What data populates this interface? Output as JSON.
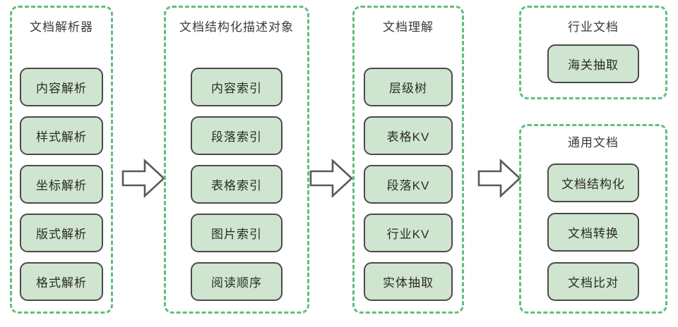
{
  "diagram": {
    "type": "flow-pipeline",
    "title": "",
    "background_color": "#ffffff",
    "panel_border_color": "#63bd7f",
    "node_fill_color": "#cfe5cf",
    "node_border_color": "#4a4a4a",
    "arrow_stroke_color": "#595959",
    "arrow_fill_color": "#ffffff",
    "text_color": "#2b2b2b"
  },
  "panels": [
    {
      "id": "document-parser",
      "title": "文档解析器",
      "nodes": [
        {
          "label": "内容解析"
        },
        {
          "label": "样式解析"
        },
        {
          "label": "坐标解析"
        },
        {
          "label": "版式解析"
        },
        {
          "label": "格式解析"
        }
      ]
    },
    {
      "id": "structured-description-object",
      "title": "文档结构化描述对象",
      "nodes": [
        {
          "label": "内容索引"
        },
        {
          "label": "段落索引"
        },
        {
          "label": "表格索引"
        },
        {
          "label": "图片索引"
        },
        {
          "label": "阅读顺序"
        }
      ]
    },
    {
      "id": "document-understanding",
      "title": "文档理解",
      "nodes": [
        {
          "label": "层级树"
        },
        {
          "label": "表格KV"
        },
        {
          "label": "段落KV"
        },
        {
          "label": "行业KV"
        },
        {
          "label": "实体抽取"
        }
      ]
    },
    {
      "id": "industry-document",
      "title": "行业文档",
      "nodes": [
        {
          "label": "海关抽取"
        }
      ]
    },
    {
      "id": "general-document",
      "title": "通用文档",
      "nodes": [
        {
          "label": "文档结构化"
        },
        {
          "label": "文档转换"
        },
        {
          "label": "文档比对"
        }
      ]
    }
  ],
  "arrows": [
    {
      "id": "arrow-parser-to-structure",
      "icon": "right-block-arrow-icon"
    },
    {
      "id": "arrow-structure-to-understanding",
      "icon": "right-block-arrow-icon"
    },
    {
      "id": "arrow-understanding-to-output",
      "icon": "right-block-arrow-icon"
    }
  ]
}
